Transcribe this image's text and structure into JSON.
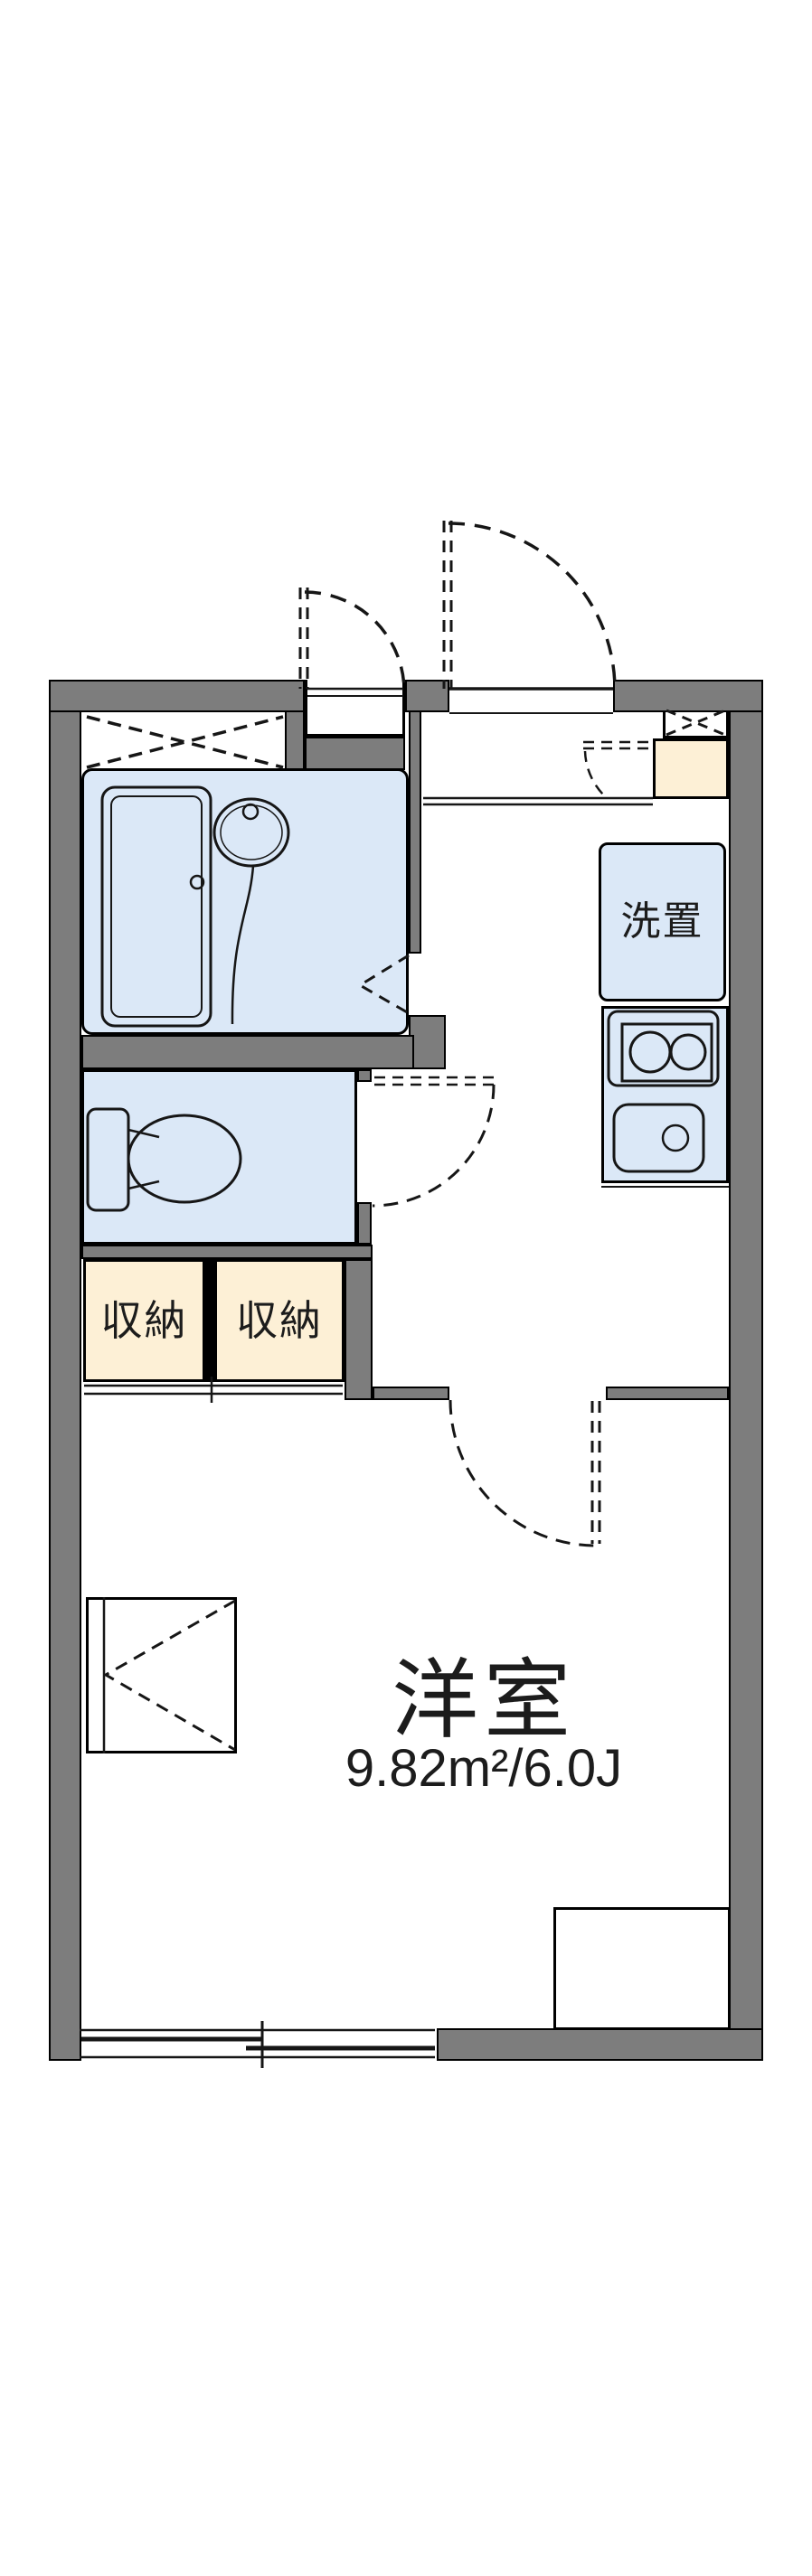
{
  "title": "apartment floor plan",
  "labels": {
    "main_room_name": "洋室",
    "main_room_area": "9.82m²/6.0J",
    "storage_left": "収納",
    "storage_right": "収納",
    "washer_space": "洗置"
  },
  "colors": {
    "wall": "#7d7d7d",
    "water": "#dbe8f7",
    "storage": "#fdf0d6",
    "line": "#161616",
    "bg": "#ffffff"
  }
}
